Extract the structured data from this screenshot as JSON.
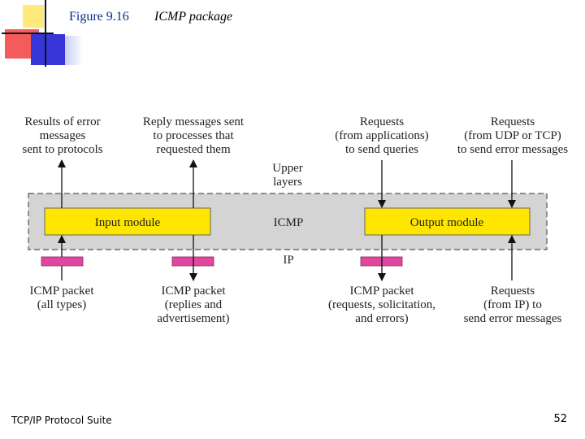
{
  "slide": {
    "figure_number": "Figure 9.16",
    "figure_title": "ICMP package",
    "footer_left": "TCP/IP Protocol Suite",
    "page_number": "52"
  },
  "diagram": {
    "top_labels": {
      "results": [
        "Results of error",
        "messages",
        "sent to protocols"
      ],
      "reply": [
        "Reply messages sent",
        "to processes that",
        "requested them"
      ],
      "requests_app": [
        "Requests",
        "(from applications)",
        "to send queries"
      ],
      "requests_udp": [
        "Requests",
        "(from UDP or TCP)",
        "to send error messages"
      ]
    },
    "upper_layers": [
      "Upper",
      "layers"
    ],
    "icmp_label": "ICMP",
    "ip_label": "IP",
    "input_module": "Input module",
    "output_module": "Output module",
    "bottom_labels": {
      "packet_all": [
        "ICMP  packet",
        "(all types)"
      ],
      "packet_replies": [
        "ICMP  packet",
        "(replies and",
        "advertisement)"
      ],
      "packet_requests": [
        "ICMP  packet",
        "(requests, solicitation,",
        "and errors)"
      ],
      "requests_ip": [
        "Requests",
        "(from IP) to",
        "send error messages"
      ]
    },
    "colors": {
      "module_fill": "#ffe600",
      "band_fill": "#d4d4d4",
      "port_fill": "#e0479e",
      "deco_yellow": "#ffe97a",
      "deco_red": "#f45b5b",
      "deco_blue": "#3535d8"
    }
  }
}
